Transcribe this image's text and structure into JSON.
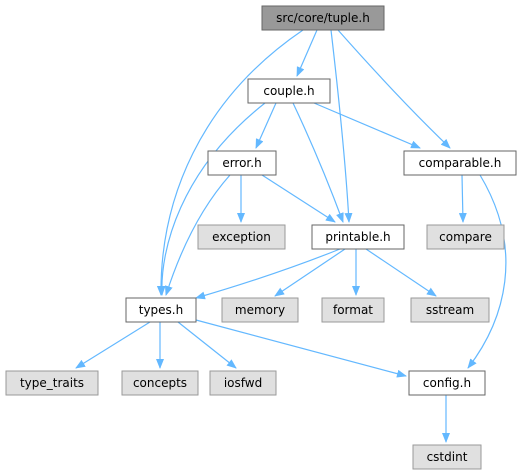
{
  "nodes": [
    {
      "id": "tuple",
      "label": "src/core/tuple.h",
      "style": "focus"
    },
    {
      "id": "couple",
      "label": "couple.h",
      "style": "file"
    },
    {
      "id": "error",
      "label": "error.h",
      "style": "file"
    },
    {
      "id": "comparable",
      "label": "comparable.h",
      "style": "file"
    },
    {
      "id": "exception",
      "label": "exception",
      "style": "system"
    },
    {
      "id": "printable",
      "label": "printable.h",
      "style": "file"
    },
    {
      "id": "compare",
      "label": "compare",
      "style": "system"
    },
    {
      "id": "types",
      "label": "types.h",
      "style": "file"
    },
    {
      "id": "memory",
      "label": "memory",
      "style": "system"
    },
    {
      "id": "format",
      "label": "format",
      "style": "system"
    },
    {
      "id": "sstream",
      "label": "sstream",
      "style": "system"
    },
    {
      "id": "type_traits",
      "label": "type_traits",
      "style": "system"
    },
    {
      "id": "concepts",
      "label": "concepts",
      "style": "system"
    },
    {
      "id": "iosfwd",
      "label": "iosfwd",
      "style": "system"
    },
    {
      "id": "config",
      "label": "config.h",
      "style": "file"
    },
    {
      "id": "cstdint",
      "label": "cstdint",
      "style": "system"
    }
  ],
  "edges": [
    {
      "from": "tuple",
      "to": "couple"
    },
    {
      "from": "tuple",
      "to": "types"
    },
    {
      "from": "tuple",
      "to": "printable"
    },
    {
      "from": "tuple",
      "to": "comparable"
    },
    {
      "from": "couple",
      "to": "error"
    },
    {
      "from": "couple",
      "to": "types"
    },
    {
      "from": "couple",
      "to": "printable"
    },
    {
      "from": "couple",
      "to": "comparable"
    },
    {
      "from": "error",
      "to": "exception"
    },
    {
      "from": "error",
      "to": "printable"
    },
    {
      "from": "error",
      "to": "types"
    },
    {
      "from": "comparable",
      "to": "compare"
    },
    {
      "from": "comparable",
      "to": "config"
    },
    {
      "from": "printable",
      "to": "types"
    },
    {
      "from": "printable",
      "to": "memory"
    },
    {
      "from": "printable",
      "to": "format"
    },
    {
      "from": "printable",
      "to": "sstream"
    },
    {
      "from": "types",
      "to": "type_traits"
    },
    {
      "from": "types",
      "to": "concepts"
    },
    {
      "from": "types",
      "to": "iosfwd"
    },
    {
      "from": "types",
      "to": "config"
    },
    {
      "from": "config",
      "to": "cstdint"
    }
  ],
  "colors": {
    "focus_fill": "#999999",
    "focus_stroke": "#666666",
    "file_fill": "#ffffff",
    "file_stroke": "#666666",
    "system_fill": "#e0e0e0",
    "system_stroke": "#999999",
    "edge": "#63b8ff",
    "text": "#000000"
  }
}
